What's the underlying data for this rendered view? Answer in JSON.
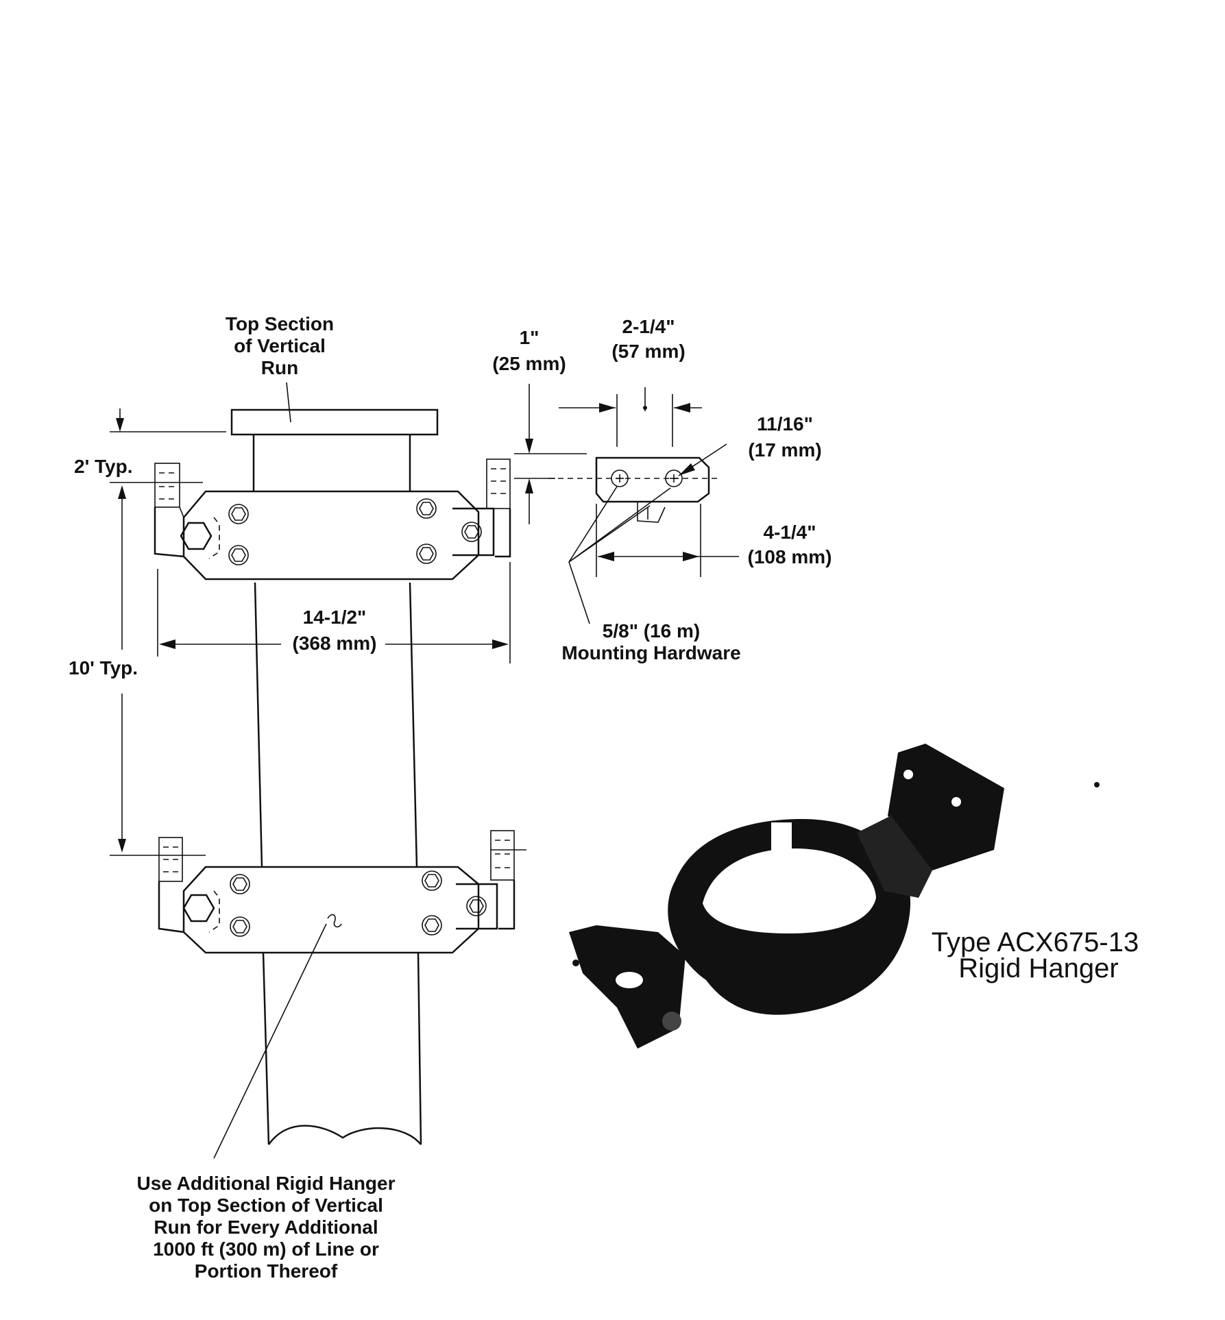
{
  "labels": {
    "top_section": [
      "Top Section",
      "of Vertical",
      "Run"
    ],
    "dim_2ft": "2' Typ.",
    "dim_10ft": "10' Typ.",
    "dim_width": [
      "14-1/2\"",
      "(368 mm)"
    ],
    "dim_1in": [
      "1\"",
      "(25 mm)"
    ],
    "dim_2_14": [
      "2-1/4\"",
      "(57 mm)"
    ],
    "dim_11_16": [
      "11/16\"",
      "(17 mm)"
    ],
    "dim_4_14": [
      "4-1/4\"",
      "(108 mm)"
    ],
    "hardware": [
      "5/8\" (16 m)",
      "Mounting Hardware"
    ],
    "note": [
      "Use Additional Rigid Hanger",
      "on Top Section of Vertical",
      "Run for Every Additional",
      "1000 ft (300 m) of Line or",
      "Portion Thereof"
    ],
    "photo_caption": [
      "Type ACX675-13",
      "Rigid Hanger"
    ]
  },
  "colors": {
    "ink": "#111111",
    "paper": "#ffffff"
  }
}
